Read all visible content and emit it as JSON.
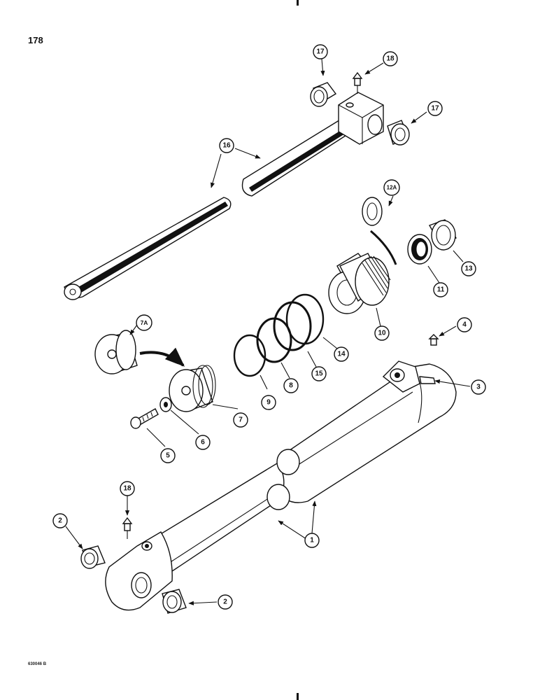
{
  "page": {
    "number": "178",
    "reference_code": "630046 B"
  },
  "callouts": {
    "c1": "1",
    "c2a": "2",
    "c2b": "2",
    "c3": "3",
    "c4": "4",
    "c5": "5",
    "c6": "6",
    "c7": "7",
    "c7a": "7A",
    "c8": "8",
    "c9": "9",
    "c10": "10",
    "c11": "11",
    "c12a": "12A",
    "c13": "13",
    "c14": "14",
    "c15": "15",
    "c16": "16",
    "c17a": "17",
    "c17b": "17",
    "c18a": "18",
    "c18b": "18"
  }
}
